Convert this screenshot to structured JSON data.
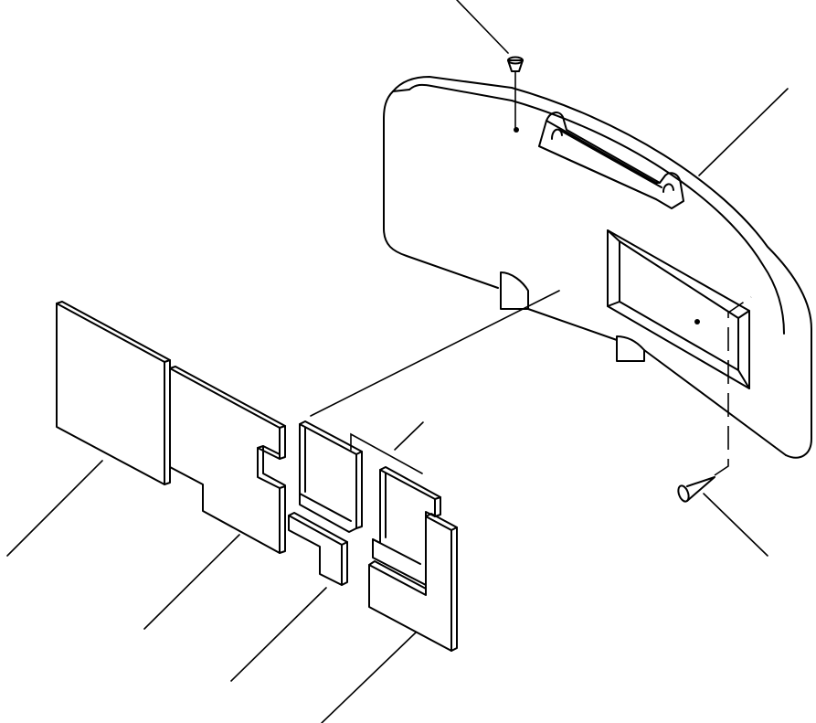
{
  "diagram": {
    "parts": [
      {
        "id": "counterweight"
      },
      {
        "id": "plug"
      },
      {
        "id": "screw"
      },
      {
        "id": "insulation-plate-large"
      },
      {
        "id": "insulation-plate-notched"
      },
      {
        "id": "insulation-channel-upper"
      },
      {
        "id": "insulation-channel-lower"
      },
      {
        "id": "insulation-plate-l-shaped"
      }
    ],
    "leader_lines": 8,
    "colors": {
      "line": "#000000",
      "background": "#ffffff"
    }
  }
}
